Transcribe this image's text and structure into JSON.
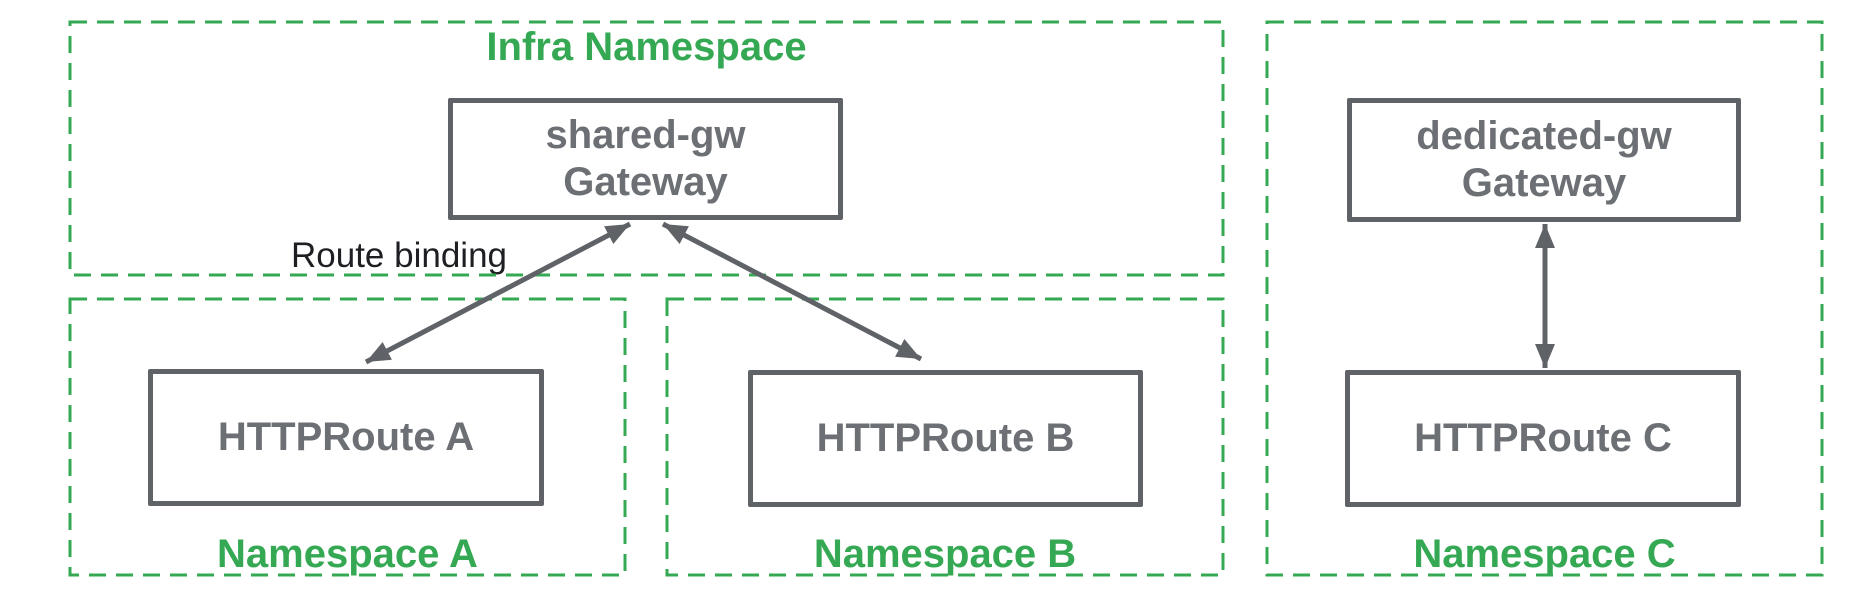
{
  "colors": {
    "green": "#34a853",
    "gray": "#5f6368",
    "node_text": "#6c7074",
    "annotation_black": "#1d1f22"
  },
  "namespace_labels": {
    "infra": "Infra Namespace",
    "a": "Namespace A",
    "b": "Namespace B",
    "c": "Namespace C"
  },
  "nodes": {
    "shared_gateway": {
      "line1": "shared-gw",
      "line2": "Gateway"
    },
    "dedicated_gateway": {
      "line1": "dedicated-gw",
      "line2": "Gateway"
    },
    "route_a": {
      "label": "HTTPRoute A"
    },
    "route_b": {
      "label": "HTTPRoute B"
    },
    "route_c": {
      "label": "HTTPRoute C"
    }
  },
  "annotations": {
    "route_binding": "Route binding"
  }
}
